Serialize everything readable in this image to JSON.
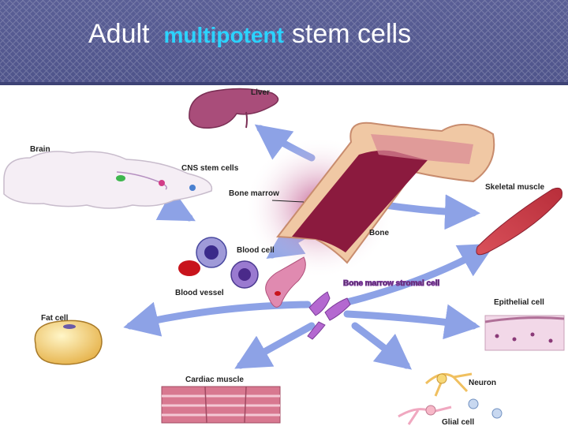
{
  "title": {
    "prefix": "Adult",
    "emphasis": "multipotent",
    "suffix": "stem cells"
  },
  "labels": {
    "liver": "Liver",
    "brain": "Brain",
    "cns_stem_cells": "CNS stem cells",
    "bone_marrow": "Bone marrow",
    "skeletal_muscle": "Skeletal muscle",
    "bone": "Bone",
    "blood_cell": "Blood cell",
    "blood_vessel": "Blood vessel",
    "bone_marrow_stromal_cell": "Bone marrow stromal cell",
    "fat_cell": "Fat cell",
    "epithelial_cell": "Epithelial cell",
    "cardiac_muscle": "Cardiac muscle",
    "neuron": "Neuron",
    "glial_cell": "Glial cell"
  },
  "colors": {
    "header": "#5a5f96",
    "title_emphasis": "#2bd3ff",
    "arrow": "#8da2e6",
    "bone": "#f0c8a4",
    "marrow": "#8b1a3e"
  }
}
